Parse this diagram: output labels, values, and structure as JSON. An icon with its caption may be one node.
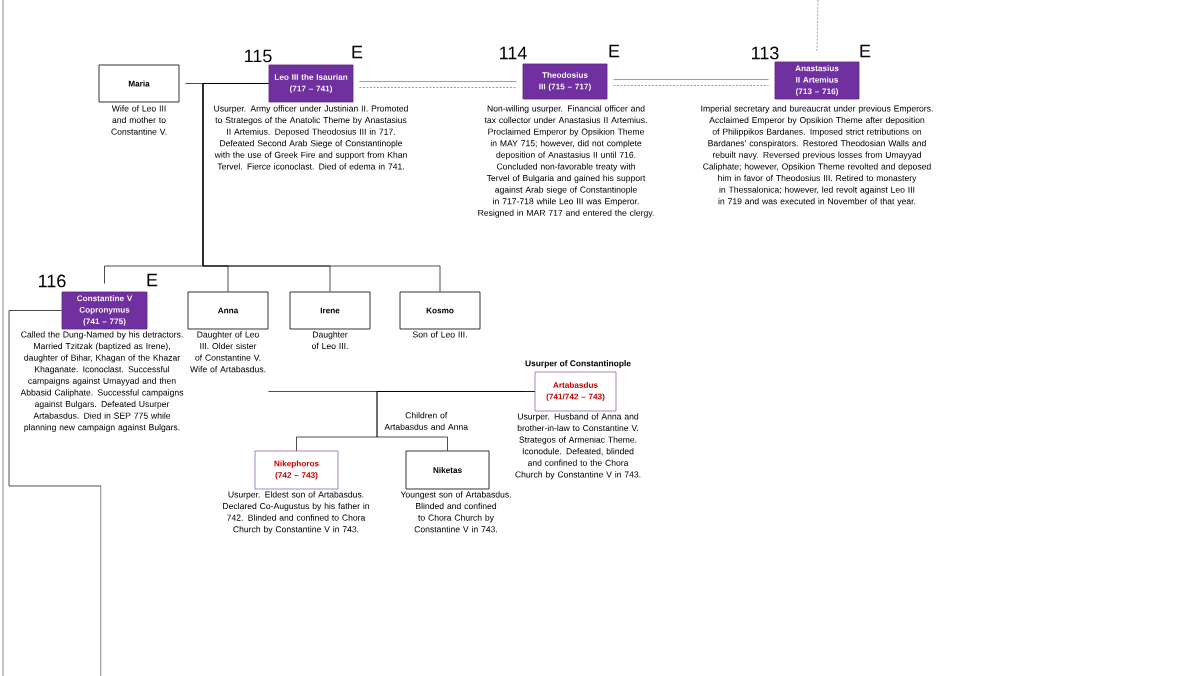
{
  "diagram": {
    "nodes": [
      {
        "text": [
          "Maria"
        ],
        "beside": [
          "Wife of Leo III and mother to Constantine V."
        ]
      },
      {
        "text": [
          "Leo III the Isaurian (717 – 741)"
        ],
        "beside": [
          "115",
          "E",
          "Usurper.  Army officer under Justinian II.  Promoted to Strategos of the Anatolic Theme by Anastasius II Artemius.  Deposed Theodosius III in 717.  Defeated Second Arab Siege of Constantinople with the use of Greek Fire and support from Khan Tervel.  Fierce iconoclast.  Died of edema in 741."
        ]
      },
      {
        "text": [
          "Theodosius III (715 – 717)"
        ],
        "beside": [
          "114",
          "E",
          "Non-willing usurper.  Financial officer and tax collector under Anastasius II Artemius.  Proclaimed Emperor by Opsikion Theme in MAY 715; however, did not complete deposition of Anastasius II until 716.  Concluded non-favorable treaty with Tervel of Bulgaria and gained his support against Arab siege of Constantinople in 717-718 while Leo III was Emperor.  Resigned in MAR 717 and entered the clergy."
        ]
      },
      {
        "text": [
          "Anastasius II Artemius (713 – 716)"
        ],
        "beside": [
          "113",
          "E",
          "Imperial secretary and bureaucrat under previous Emperors.  Acclaimed Emperor by Opsikion Theme after deposition of Philippikos Bardanes.  Imposed strict retributions on Bardanes’ conspirators.  Restored Theodosian Walls and rebuilt navy.  Reversed previous losses from Umayyad Caliphate; however, Opsikion Theme revolted and deposed him in favor of Theodosius III.  Retired to monastery in Thessalonica; however, led revolt against Leo III in 719 and was executed in November of that year."
        ]
      },
      {
        "text": [
          "Constantine V Copronymus (741 – 775)"
        ],
        "beside": [
          "116",
          "E",
          "Called the Dung-Named by his detractors.  Married Tzitzak (baptized as Irene), daughter of Bihar, Khagan of the Khazar Khaganate.  Iconoclast.  Successful campaigns against Umayyad and then Abbasid Caliphate.  Successful campaigns against Bulgars.  Defeated Usurper Artabasdus.  Died in SEP 775 while planning new campaign against Bulgars."
        ]
      },
      {
        "text": [
          "Anna"
        ],
        "beside": [
          "Daughter of Leo III.  Older sister of Constantine V.  Wife of Artabasdus."
        ]
      },
      {
        "text": [
          "Irene"
        ],
        "beside": [
          "Daughter of Leo III."
        ]
      },
      {
        "text": [
          "Kosmo"
        ],
        "beside": [
          "Son of Leo III."
        ]
      },
      {
        "text": [
          "Usurper of Constantinople",
          "Artabasdus (741/742 – 743)"
        ],
        "beside": [
          "Usurper.  Husband of Anna and brother-in-law to Constantine V.  Strategos of Armeniac Theme.  Iconodule.  Defeated, blinded and confined to the Chora Church by Constantine V in 743."
        ]
      },
      {
        "text": [
          "Nikephoros (742 – 743)"
        ],
        "beside": [
          "Usurper.  Eldest son of Artabasdus.  Declared Co-Augustus by his father in 742.  Blinded and confined to Chora Church by Constantine V in 743."
        ]
      },
      {
        "text": [
          "Niketas"
        ],
        "beside": [
          "Youngest son of Artabasdus.  Blinded and confined to Chora Church by Constantine V in 743."
        ]
      }
    ],
    "edges": [
      {
        "from": 0,
        "to": 1,
        "arrow": "none"
      },
      {
        "from": 1,
        "to": 2,
        "arrow": "none",
        "color": "#c0504d"
      },
      {
        "from": 1,
        "to": 2,
        "arrow": "none",
        "style": "dashed",
        "color": "#c0504d"
      },
      {
        "from": 2,
        "to": 3,
        "arrow": "none",
        "color": "#c0504d"
      },
      {
        "from": 2,
        "to": 3,
        "arrow": "none",
        "style": "dashed",
        "color": "#c0504d"
      },
      {
        "from": null,
        "to": 3,
        "arrow": "none",
        "style": "dashed",
        "color": "#7f7f7f"
      },
      {
        "from": 1,
        "to": 4,
        "arrow": "none"
      },
      {
        "from": 1,
        "to": 5,
        "arrow": "none"
      },
      {
        "from": 1,
        "to": 6,
        "arrow": "none"
      },
      {
        "from": 1,
        "to": 7,
        "arrow": "none"
      },
      {
        "from": 5,
        "to": 8,
        "arrow": "none"
      },
      {
        "from": 8,
        "to": 9,
        "arrow": "none"
      },
      {
        "from": 8,
        "to": 10,
        "arrow": "none"
      },
      {
        "from": 4,
        "to": null,
        "arrow": "none"
      }
    ],
    "labels": [
      "Children of Artabasdus and Anna"
    ]
  }
}
